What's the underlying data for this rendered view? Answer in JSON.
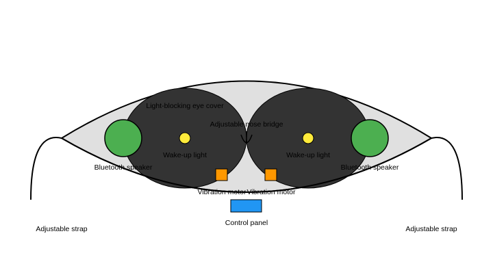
{
  "labels": {
    "eye_cover": "Light-blocking eye cover",
    "nose_bridge": "Adjustable nose bridge",
    "wake_light_left": "Wake-up light",
    "wake_light_right": "Wake-up light",
    "speaker_left": "Bluetooth speaker",
    "speaker_right": "Bluetooth speaker",
    "motor_left": "Vibration motor",
    "motor_right": "Vibration motor",
    "control_panel": "Control panel",
    "strap_left": "Adjustable strap",
    "strap_right": "Adjustable strap"
  },
  "colors": {
    "mask_body": "#e0e0e0",
    "eye_cup": "#333333",
    "speaker": "#4caf50",
    "wake_light": "#ffeb3b",
    "motor": "#ff9800",
    "control_panel": "#2196f3",
    "outline": "#000000"
  }
}
